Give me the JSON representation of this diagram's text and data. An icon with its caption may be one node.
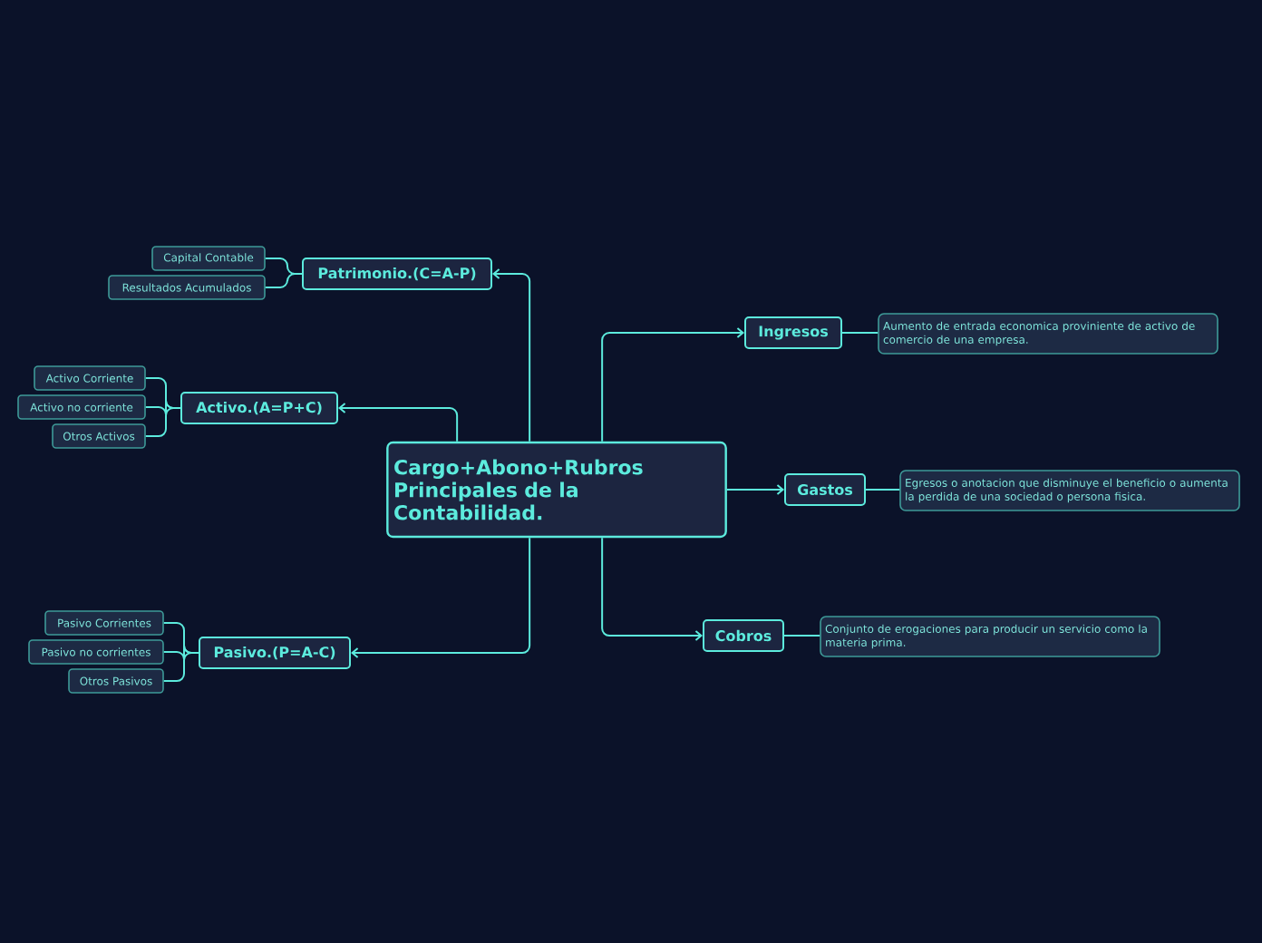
{
  "diagram": {
    "nodes": [
      {
        "text": [
          "Cargo+Abono+Rubros Principales de la Contabilidad."
        ]
      },
      {
        "text": [
          "Patrimonio.(C=A-P)"
        ]
      },
      {
        "text": [
          "Capital Contable"
        ]
      },
      {
        "text": [
          "Resultados Acumulados"
        ]
      },
      {
        "text": [
          "Activo.(A=P+C)"
        ]
      },
      {
        "text": [
          "Activo Corriente"
        ]
      },
      {
        "text": [
          "Activo no corriente"
        ]
      },
      {
        "text": [
          "Otros Activos"
        ]
      },
      {
        "text": [
          "Pasivo.(P=A-C)"
        ]
      },
      {
        "text": [
          "Pasivo Corrientes"
        ]
      },
      {
        "text": [
          "Pasivo no corrientes"
        ]
      },
      {
        "text": [
          "Otros Pasivos"
        ]
      },
      {
        "text": [
          "Ingresos"
        ]
      },
      {
        "text": [
          "Aumento de entrada economica proviniente  de activo de comercio de una empresa."
        ]
      },
      {
        "text": [
          "Gastos"
        ]
      },
      {
        "text": [
          "Egresos o anotacion que disminuye el beneficio o aumenta la perdida de una sociedad o persona fisica."
        ]
      },
      {
        "text": [
          "Cobros"
        ]
      },
      {
        "text": [
          "Conjunto de erogaciones para producir un servicio como la  materia prima."
        ]
      }
    ],
    "edges": [
      {
        "from": 0,
        "to": 1,
        "arrow": "to"
      },
      {
        "from": 1,
        "to": 2,
        "arrow": "none"
      },
      {
        "from": 1,
        "to": 3,
        "arrow": "none"
      },
      {
        "from": 0,
        "to": 4,
        "arrow": "to"
      },
      {
        "from": 4,
        "to": 5,
        "arrow": "none"
      },
      {
        "from": 4,
        "to": 6,
        "arrow": "none"
      },
      {
        "from": 4,
        "to": 7,
        "arrow": "none"
      },
      {
        "from": 0,
        "to": 8,
        "arrow": "to"
      },
      {
        "from": 8,
        "to": 9,
        "arrow": "none"
      },
      {
        "from": 8,
        "to": 10,
        "arrow": "none"
      },
      {
        "from": 8,
        "to": 11,
        "arrow": "none"
      },
      {
        "from": 0,
        "to": 12,
        "arrow": "to"
      },
      {
        "from": 12,
        "to": 13,
        "arrow": "none"
      },
      {
        "from": 0,
        "to": 14,
        "arrow": "to"
      },
      {
        "from": 14,
        "to": 15,
        "arrow": "none"
      },
      {
        "from": 0,
        "to": 16,
        "arrow": "to"
      },
      {
        "from": 16,
        "to": 17,
        "arrow": "none"
      }
    ]
  }
}
